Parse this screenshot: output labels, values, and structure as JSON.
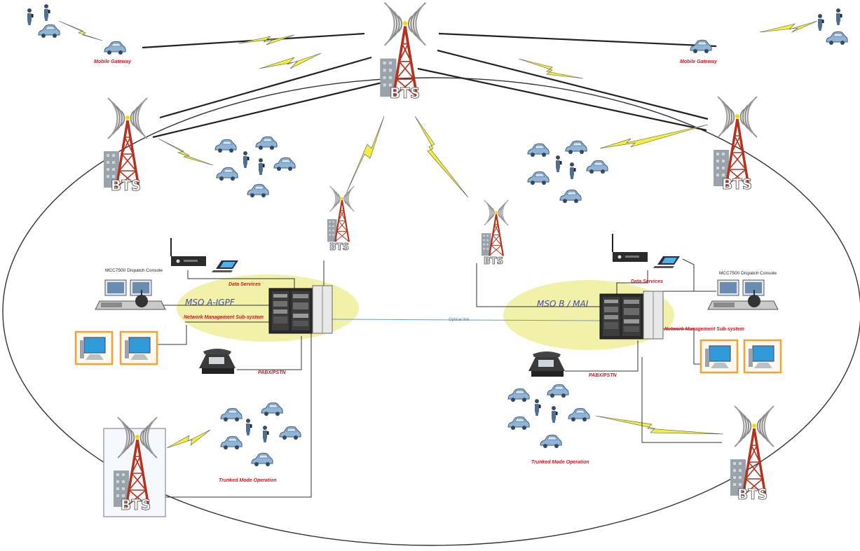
{
  "labels": {
    "bts": "BTS",
    "mobile_gateway": "Mobile Gateway",
    "dispatch_console": "MCC7500 Dispatch Console",
    "data_services": "Data Services",
    "network_mgmt": "Network Management Sub-system",
    "pabx": "PABX/PSTN",
    "trunked": "Trunked Mode Operation",
    "optical_link": "Optical link",
    "mso_a": "MSO A-IGPF",
    "mso_b": "MSO B / MAI"
  },
  "colors": {
    "label_red": "#d2141e",
    "mso_ellipse": "#efee9a",
    "lightning": "#f4ee3c",
    "car": "#8fb4d6",
    "tower": "#b3331f",
    "monitor_frame": "#f0a236",
    "link_blue": "#6a9ad0"
  }
}
